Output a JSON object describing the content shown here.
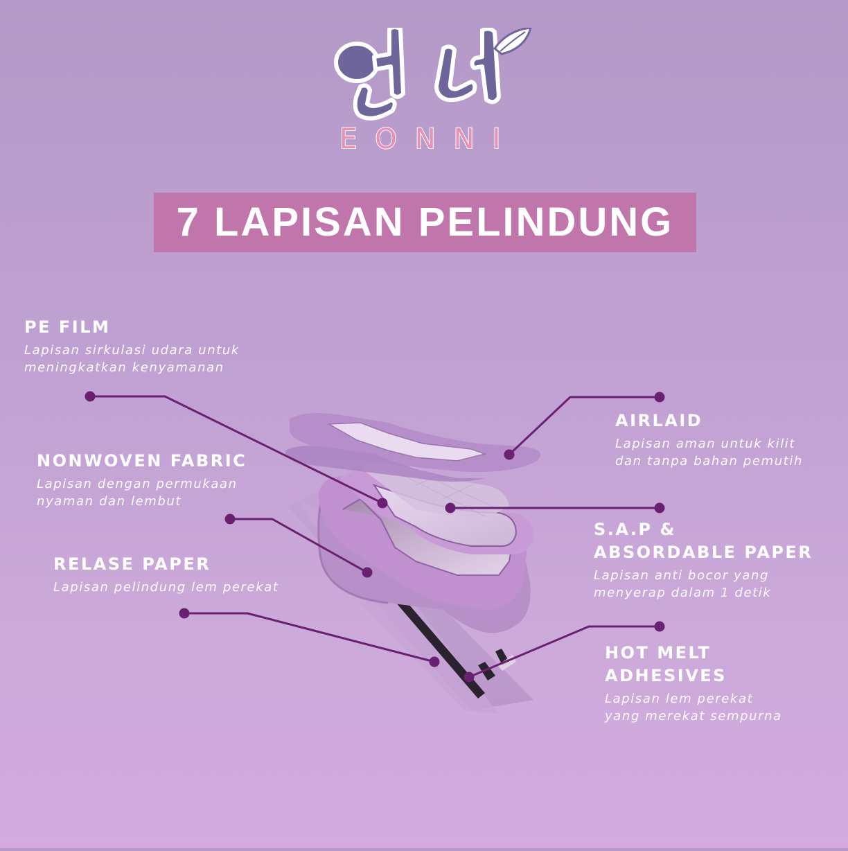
{
  "brand": {
    "korean": "언니",
    "latin": "EONNI",
    "colors": {
      "glyph": "#6e659a",
      "latin": "#ea8fb3",
      "outline": "#ffffff"
    }
  },
  "header": {
    "title": "7 LAPISAN PELINDUNG",
    "bar_color": "#c176ab"
  },
  "layers": [
    {
      "name": "PE FILM",
      "description": "Lapisan sirkulasi udara untuk\nmeningkatkan kenyamanan"
    },
    {
      "name": "NONWOVEN FABRIC",
      "description": "Lapisan dengan permukaan\nnyaman dan lembut"
    },
    {
      "name": "RELASE PAPER",
      "description": "Lapisan pelindung lem perekat"
    },
    {
      "name": "AIRLAID",
      "description": "Lapisan aman untuk kilit\ndan tanpa bahan pemutih"
    },
    {
      "name": "S.A.P &\nABSORDABLE PAPER",
      "description": "Lapisan anti bocor yang\nmenyerap dalam 1 detik"
    },
    {
      "name": "HOT MELT\nADHESIVES",
      "description": "Lapisan lem perekat\nyang merekat sempurna"
    }
  ],
  "theme": {
    "background_top": "#b49ac8",
    "background_bottom": "#d4aadf",
    "connector_color": "#6a2070",
    "text_color": "#ffffff"
  }
}
